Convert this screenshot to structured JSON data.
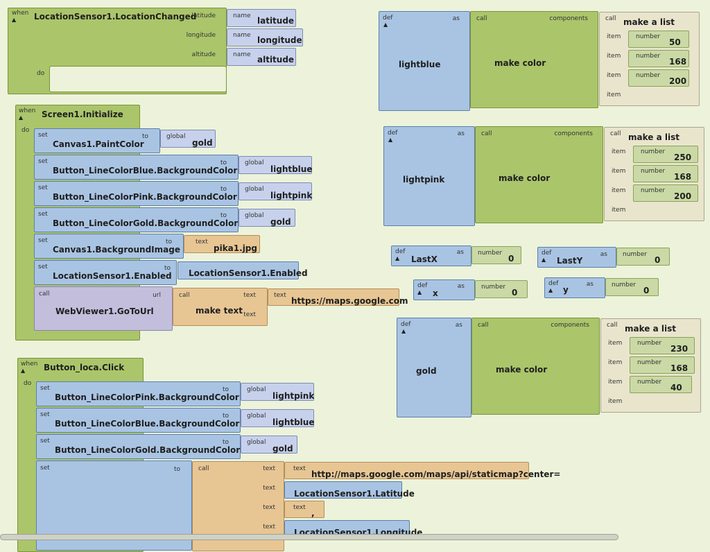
{
  "kw": {
    "when": "when",
    "do": "do",
    "set": "set",
    "to": "to",
    "call": "call",
    "def": "def",
    "as": "as",
    "name": "name",
    "global": "global",
    "text": "text",
    "url": "url",
    "number": "number",
    "item": "item",
    "components": "components",
    "make_a_list": "make a list",
    "make_color": "make color",
    "make_text": "make text"
  },
  "location_event": {
    "title": "LocationSensor1.LocationChanged",
    "params": [
      {
        "label": "latitude",
        "name": "latitude"
      },
      {
        "label": "longitude",
        "name": "longitude"
      },
      {
        "label": "altitude",
        "name": "altitude"
      }
    ]
  },
  "screen_init": {
    "title": "Screen1.Initialize",
    "stmts": [
      {
        "prop": "Canvas1.PaintColor",
        "kind": "global",
        "value": "gold"
      },
      {
        "prop": "Button_LineColorBlue.BackgroundColor",
        "kind": "global",
        "value": "lightblue"
      },
      {
        "prop": "Button_LineColorPink.BackgroundColor",
        "kind": "global",
        "value": "lightpink"
      },
      {
        "prop": "Button_LineColorGold.BackgroundColor",
        "kind": "global",
        "value": "gold"
      },
      {
        "prop": "Canvas1.BackgroundImage",
        "kind": "text",
        "value": "pika1.jpg"
      },
      {
        "prop": "LocationSensor1.Enabled",
        "kind": "",
        "value": "LocationSensor1.Enabled"
      }
    ],
    "goto": {
      "method": "WebViewer1.GoToUrl",
      "text": "https://maps.google.com"
    }
  },
  "button_click": {
    "title": "Button_loca.Click",
    "stmts": [
      {
        "prop": "Button_LineColorPink.BackgroundColor",
        "kind": "global",
        "value": "lightpink"
      },
      {
        "prop": "Button_LineColorBlue.BackgroundColor",
        "kind": "global",
        "value": "lightblue"
      },
      {
        "prop": "Button_LineColorGold.BackgroundColor",
        "kind": "global",
        "value": "gold"
      }
    ],
    "text_items": [
      {
        "kind": "text",
        "value": "http://maps.google.com/maps/api/staticmap?center="
      },
      {
        "kind": "",
        "value": "LocationSensor1.Latitude"
      },
      {
        "kind": "text",
        "value": ","
      },
      {
        "kind": "",
        "value": "LocationSensor1.Longitude"
      }
    ]
  },
  "color_defs": [
    {
      "name": "lightblue",
      "values": [
        "50",
        "168",
        "200"
      ]
    },
    {
      "name": "lightpink",
      "values": [
        "250",
        "168",
        "200"
      ]
    },
    {
      "name": "gold",
      "values": [
        "230",
        "168",
        "40"
      ]
    }
  ],
  "var_defs": [
    {
      "name": "LastX",
      "value": "0"
    },
    {
      "name": "LastY",
      "value": "0"
    },
    {
      "name": "x",
      "value": "0"
    },
    {
      "name": "y",
      "value": "0"
    }
  ],
  "colors": {
    "control": "#abc56b",
    "definition": "#a9c4e3",
    "text": "#e7c694",
    "global": "#c7d1ec",
    "component": "#c3bedc"
  }
}
